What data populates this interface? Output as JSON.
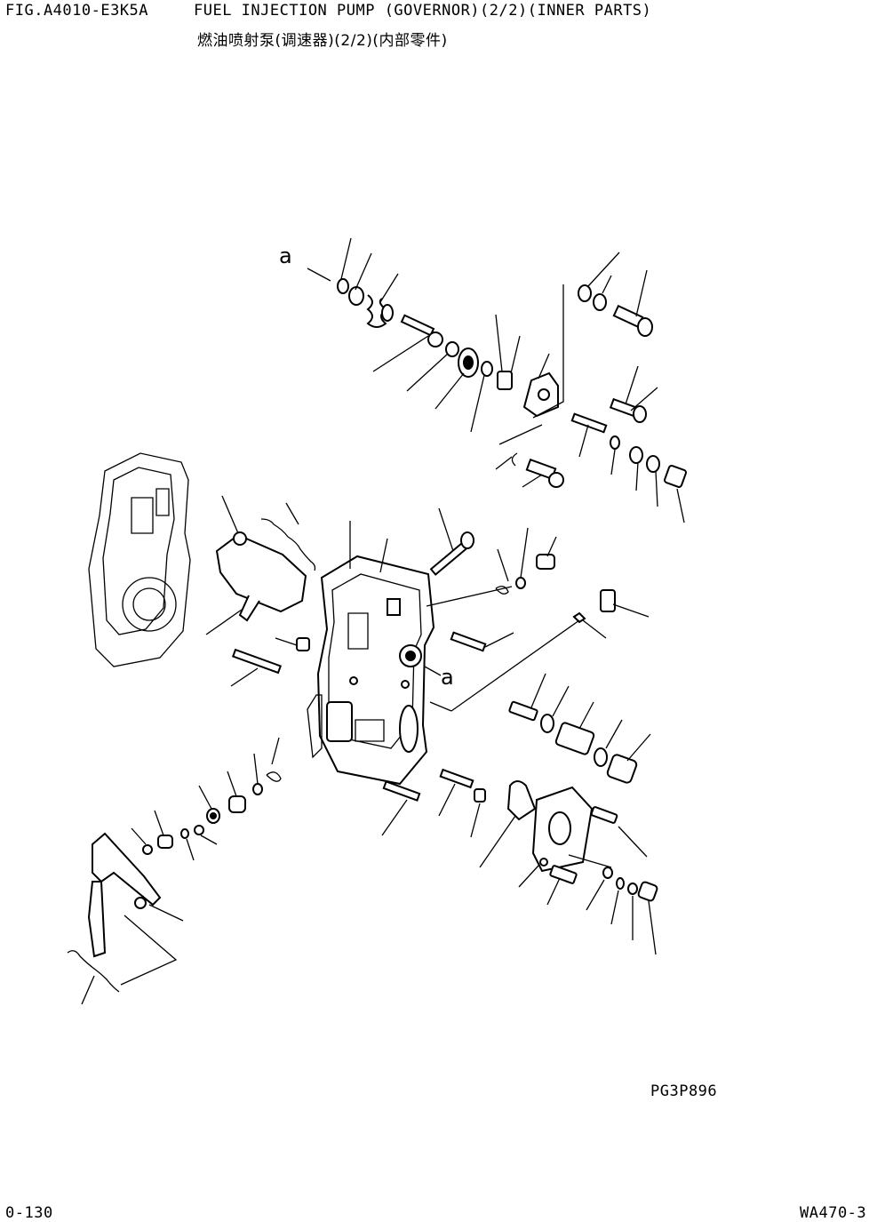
{
  "header": {
    "figure_code": "FIG.A4010-E3K5A",
    "title_en": "FUEL INJECTION PUMP (GOVERNOR)(2/2)(INNER PARTS)",
    "title_cn": "燃油喷射泵(调速器)(2/2)(内部零件)"
  },
  "callouts": {
    "a_top": "a",
    "a_middle": "a"
  },
  "footer": {
    "drawing_code": "PG3P896",
    "page_number": "0-130",
    "model_code": "WA470-3"
  }
}
